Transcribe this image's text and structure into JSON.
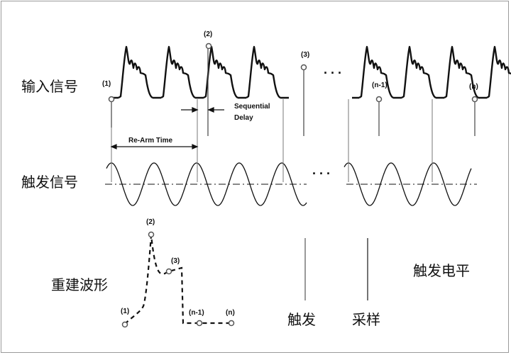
{
  "labels": {
    "input_signal": "输入信号",
    "trigger_signal": "触发信号",
    "reconstructed": "重建波形",
    "trigger_level": "触发电平",
    "trigger": "触发",
    "sample": "采样",
    "re_arm_time": "Re-Arm Time",
    "sequential_delay_line1": "Sequential",
    "sequential_delay_line2": "Delay",
    "ellipsis": ". . ."
  },
  "points": {
    "p1": "(1)",
    "p2": "(2)",
    "p3": "(3)",
    "pn1": "(n-1)",
    "pn": "(n)"
  }
}
